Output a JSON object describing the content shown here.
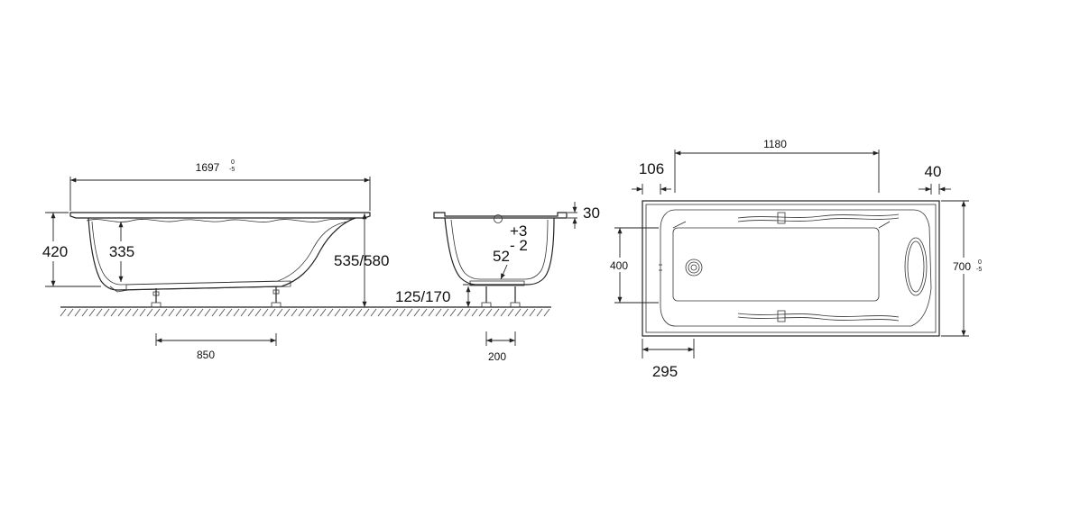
{
  "side_view": {
    "length": "1697",
    "length_tol_upper": "0",
    "length_tol_lower": "-5",
    "height_total": "420",
    "depth_inner": "335",
    "height_adjustable": "535/580",
    "leg_spacing": "850"
  },
  "end_view": {
    "rim_thickness": "30",
    "tol_plus": "+3",
    "tol_minus": "- 2",
    "outlet": "52",
    "leg_height": "125/170",
    "leg_spacing": "200"
  },
  "plan_view": {
    "inner_length": "1180",
    "drain_offset": "106",
    "rim_right": "40",
    "inner_width": "400",
    "width": "700",
    "width_tol_upper": "0",
    "width_tol_lower": "-5",
    "drain_position": "295"
  }
}
